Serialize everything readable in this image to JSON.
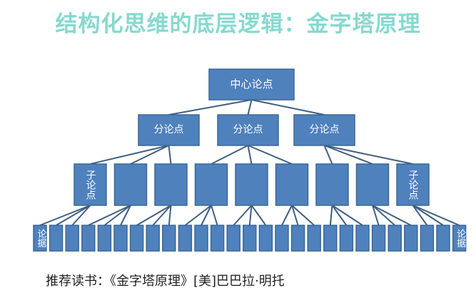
{
  "title": "结构化思维的底层逻辑：金字塔原理",
  "diagram": {
    "root": {
      "label": "中心论点"
    },
    "level2": [
      {
        "label": "分论点"
      },
      {
        "label": "分论点"
      },
      {
        "label": "分论点"
      }
    ],
    "level3": [
      {
        "label": "子论点"
      },
      {
        "label": ""
      },
      {
        "label": ""
      },
      {
        "label": ""
      },
      {
        "label": ""
      },
      {
        "label": ""
      },
      {
        "label": ""
      },
      {
        "label": ""
      },
      {
        "label": "子论点"
      }
    ],
    "level4_count": 27,
    "level4_first_label": "论据",
    "level4_last_label": "论据",
    "colors": {
      "box_fill": "#4f81bd",
      "box_border": "#3b6896",
      "line": "#3f5f82",
      "text": "#ffffff",
      "title": "#86d9cf"
    }
  },
  "footer": "推荐读书：《金字塔原理》[美]巴巴拉·明托"
}
